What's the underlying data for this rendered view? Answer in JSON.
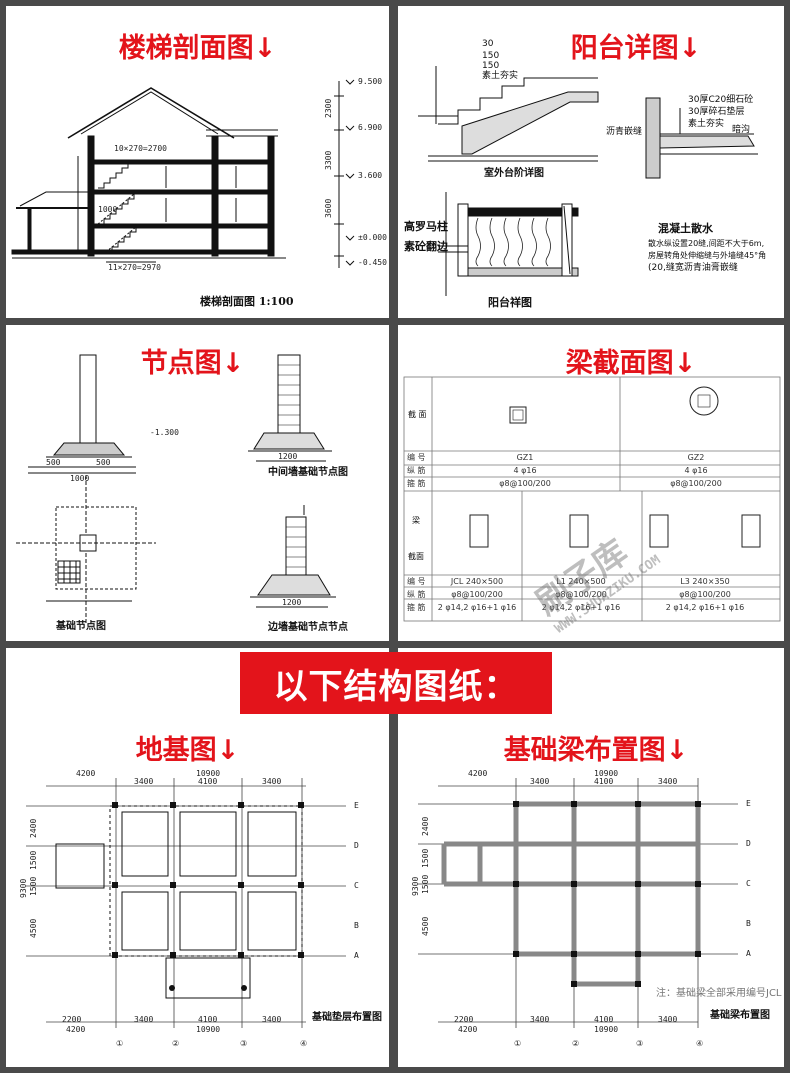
{
  "panels": {
    "stair": {
      "title": "楼梯剖面图↓",
      "caption": "楼梯剖面图 1:100",
      "elevations": [
        "9.500",
        "6.900",
        "3.600",
        "±0.000",
        "-0.450"
      ],
      "dims": [
        "10×270=2700",
        "11×270=2970",
        "1000",
        "3600",
        "3300",
        "2300"
      ]
    },
    "balcony": {
      "title": "阳台详图↓",
      "caption_steps": "室外台阶详图",
      "caption_balcony": "阳台祥图",
      "label_column": "高罗马柱",
      "label_edge": "素砼翻边",
      "drain_title": "混凝土散水",
      "drain_notes": [
        "散水纵设置20缝,间距不大于6m,",
        "房屋转角处伸缩缝与外墙缝45°角",
        "(20,缝宽沥青油膏嵌缝"
      ],
      "layer_labels": [
        "30厚C20细石砼",
        "30厚碎石垫层",
        "素土夯实",
        "暗沟",
        "沥青嵌缝"
      ],
      "step_layers": [
        "30",
        "150",
        "150",
        "素土夯实"
      ]
    },
    "node": {
      "title": "节点图↓",
      "caption_node": "基础节点图",
      "caption_mid": "中间墙基础节点图",
      "caption_edge": "边墙基础节点节点",
      "dims": [
        "500",
        "500",
        "1000",
        "1200",
        "1200",
        "-1.300"
      ]
    },
    "beam": {
      "title": "梁截面图↓",
      "table_rows": [
        [
          "截 面",
          "",
          ""
        ],
        [
          "编 号",
          "GZ1",
          "GZ2"
        ],
        [
          "纵 筋",
          "4 φ16",
          "4 φ16"
        ],
        [
          "箍 筋",
          "φ8@100/200",
          "φ8@100/200"
        ]
      ],
      "table_rows_2": [
        [
          "编 号",
          "JCL 240×500",
          "L1 240×500",
          "L3 240×350"
        ],
        [
          "纵 筋",
          "φ8@100/200",
          "φ8@100/200",
          "φ8@100/200"
        ],
        [
          "箍 筋",
          "2 φ14,2 φ16+1 φ16",
          "2 φ14,2 φ16+1 φ16",
          "2 φ14,2 φ16+1 φ16"
        ]
      ],
      "side_labels": [
        "梁",
        "截面"
      ]
    },
    "foundation": {
      "title": "地基图↓",
      "caption": "基础垫层布置图",
      "dims_top": [
        "4200",
        "3400",
        "10900",
        "4100",
        "3400"
      ],
      "dims_bottom": [
        "2200",
        "3400",
        "4100",
        "3400",
        "4200",
        "10900"
      ],
      "axis_cols": [
        "①",
        "②",
        "③",
        "④"
      ],
      "axis_rows": [
        "E",
        "D",
        "C",
        "B",
        "A"
      ],
      "dims_side": [
        "2400",
        "1500",
        "1500",
        "4500",
        "9300"
      ]
    },
    "beam_layout": {
      "title": "基础梁布置图↓",
      "caption": "基础梁布置图",
      "note": "注：基础梁全部采用编号JCL",
      "dims_top": [
        "4200",
        "3400",
        "10900",
        "4100",
        "3400"
      ],
      "dims_bottom": [
        "2200",
        "3400",
        "4100",
        "3400",
        "4200",
        "10900"
      ],
      "axis_cols": [
        "①",
        "②",
        "③",
        "④"
      ],
      "axis_rows": [
        "E",
        "D",
        "C",
        "B",
        "A"
      ],
      "dims_side": [
        "2400",
        "1500",
        "1500",
        "4500",
        "9300"
      ]
    }
  },
  "banner": "以下结构图纸：",
  "watermark": {
    "brand": "刷子库",
    "url": "WWW.SHUAZIKU.COM"
  },
  "colors": {
    "accent": "#e3141b",
    "frame": "#4a4a4a"
  }
}
